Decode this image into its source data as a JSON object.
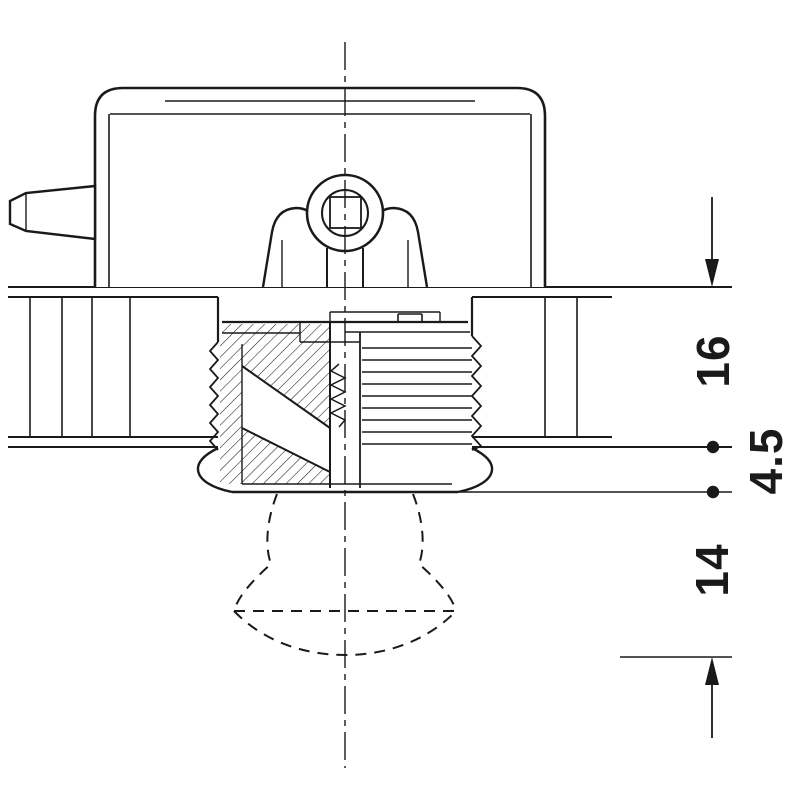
{
  "drawing": {
    "subject": "one-piece-connector-cross-section",
    "background_color": "#ffffff",
    "line_color": "#1a1a1a"
  },
  "annotations": {
    "panel_thickness": "16",
    "flange_depth": "4.5",
    "bore_depth": "14"
  }
}
